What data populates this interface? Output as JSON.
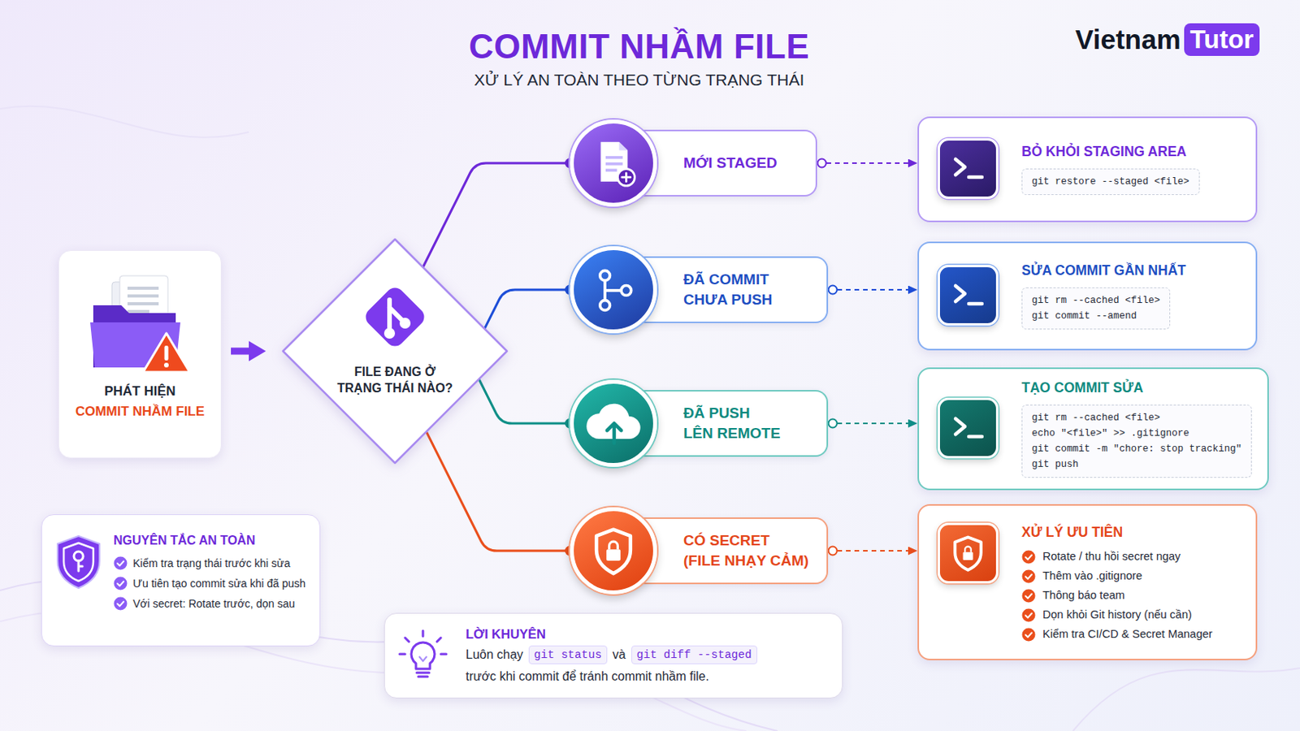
{
  "diagram": {
    "title": "COMMIT NHẦM FILE",
    "nodes": [
      {
        "text": [
          "PHÁT HIỆN",
          "COMMIT NHẦM FILE"
        ]
      },
      {
        "text": [
          "FILE ĐANG Ở TRẠNG THÁI NÀO?"
        ]
      },
      {
        "text": [
          "MỚI STAGED"
        ]
      },
      {
        "text": [
          "ĐÃ COMMIT CHƯA PUSH"
        ]
      },
      {
        "text": [
          "ĐÃ PUSH LÊN REMOTE"
        ]
      },
      {
        "text": [
          "CÓ SECRET (FILE NHẠY CẢM)"
        ]
      },
      {
        "text": [
          "BỎ KHỎI STAGING AREA",
          "git restore --staged <file>"
        ]
      },
      {
        "text": [
          "SỬA COMMIT GẦN NHẤT",
          "git rm --cached <file>",
          "git commit --amend"
        ]
      },
      {
        "text": [
          "TẠO COMMIT SỬA",
          "git rm --cached <file>",
          "echo \"<file>\" >> .gitignore",
          "git commit -m \"chore: stop tracking\"",
          "git push"
        ]
      },
      {
        "text": [
          "XỬ LÝ ƯU TIÊN",
          "Rotate / thu hồi secret ngay",
          "Thêm vào .gitignore",
          "Thông báo team",
          "Dọn khỏi Git history (nếu cần)",
          "Kiểm tra CI/CD & Secret Manager"
        ]
      },
      {
        "text": [
          "NGUYÊN TẮC AN TOÀN",
          "Kiểm tra trạng thái trước khi sửa",
          "Ưu tiên tạo commit sửa khi đã push",
          "Với secret: Rotate trước, dọn sau"
        ]
      },
      {
        "text": [
          "LỜI KHUYÊN",
          "Luôn chạy",
          "git status",
          "và",
          "git diff --staged",
          "trước khi commit để tránh commit nhầm file."
        ]
      }
    ],
    "edges": [
      {
        "from": 0,
        "to": 1,
        "arrow": "to"
      },
      {
        "from": 1,
        "to": 2,
        "arrow": "none"
      },
      {
        "from": 1,
        "to": 3,
        "arrow": "none"
      },
      {
        "from": 1,
        "to": 4,
        "arrow": "none"
      },
      {
        "from": 1,
        "to": 5,
        "arrow": "none"
      },
      {
        "from": 2,
        "to": 6,
        "arrow": "to"
      },
      {
        "from": 3,
        "to": 7,
        "arrow": "to"
      },
      {
        "from": 4,
        "to": 8,
        "arrow": "to"
      },
      {
        "from": 5,
        "to": 9,
        "arrow": "to"
      }
    ],
    "labels": [
      "XỬ LÝ AN TOÀN THEO TỪNG TRẠNG THÁI",
      "Vietnam",
      "Tutor"
    ]
  }
}
